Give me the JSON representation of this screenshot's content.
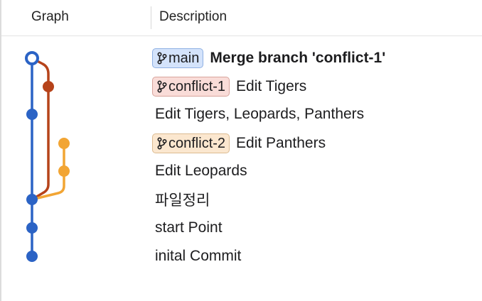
{
  "header": {
    "graph_label": "Graph",
    "description_label": "Description"
  },
  "colors": {
    "main": "#2b63c5",
    "conflict_1": "#b6431a",
    "conflict_2": "#f2a534"
  },
  "commits": [
    {
      "badge": "main",
      "badge_style": "main",
      "message": "Merge branch 'conflict-1'",
      "bold": true
    },
    {
      "badge": "conflict-1",
      "badge_style": "c1",
      "message": "Edit Tigers",
      "bold": false
    },
    {
      "badge": "",
      "message": "Edit Tigers, Leopards, Panthers",
      "bold": false
    },
    {
      "badge": "conflict-2",
      "badge_style": "c2",
      "message": "Edit Panthers",
      "bold": false
    },
    {
      "badge": "",
      "message": "Edit Leopards",
      "bold": false
    },
    {
      "badge": "",
      "message": "파일정리",
      "bold": false
    },
    {
      "badge": "",
      "message": "start Point",
      "bold": false
    },
    {
      "badge": "",
      "message": "inital Commit",
      "bold": false
    }
  ]
}
